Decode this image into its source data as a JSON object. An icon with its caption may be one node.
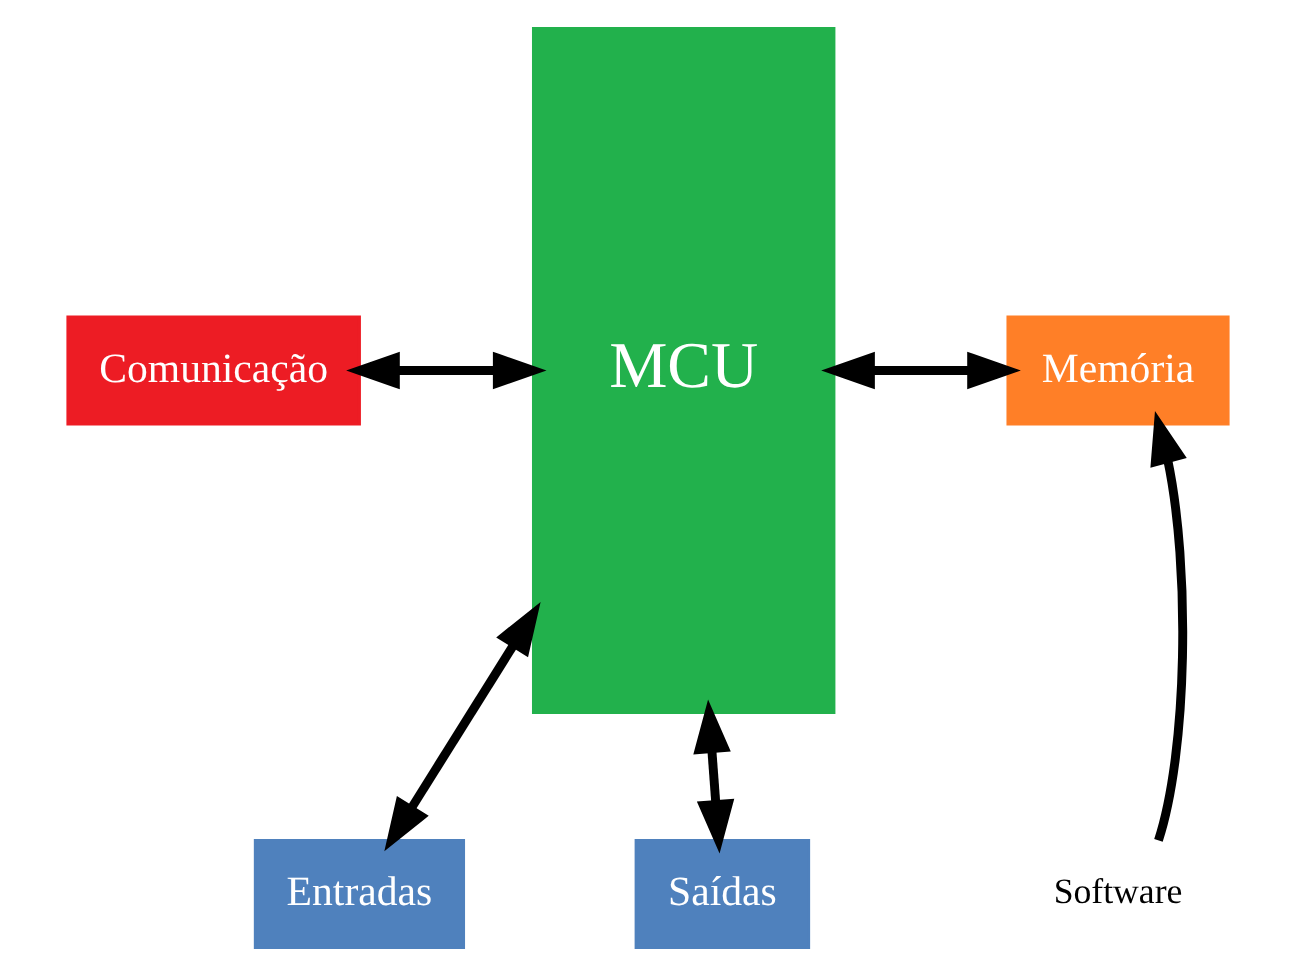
{
  "diagram": {
    "nodes": [
      {
        "text": [
          "MCU"
        ]
      },
      {
        "text": [
          "Comunicação"
        ]
      },
      {
        "text": [
          "Memória"
        ]
      },
      {
        "text": [
          "Entradas"
        ]
      },
      {
        "text": [
          "Saídas"
        ]
      },
      {
        "text": [
          "Software"
        ]
      }
    ],
    "edges": [
      {
        "from": 1,
        "to": 0,
        "arrow": "both"
      },
      {
        "from": 0,
        "to": 2,
        "arrow": "both"
      },
      {
        "from": 0,
        "to": 3,
        "arrow": "both"
      },
      {
        "from": 0,
        "to": 4,
        "arrow": "both"
      },
      {
        "from": 5,
        "to": 2,
        "arrow": "to"
      }
    ]
  }
}
